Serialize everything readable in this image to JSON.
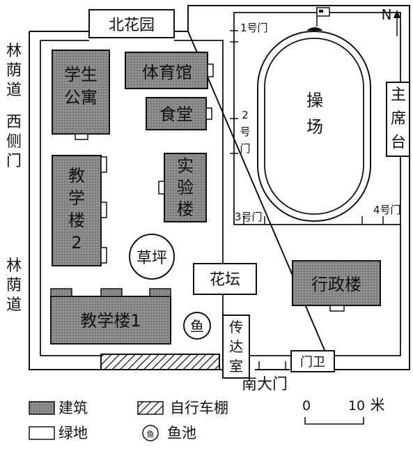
{
  "map": {
    "north_garden": "北花园",
    "west_path_top": [
      "林",
      "荫",
      "道"
    ],
    "west_gate": [
      "西",
      "侧",
      "门"
    ],
    "west_path_bottom": [
      "林",
      "荫",
      "道"
    ],
    "dormitory": [
      "学生",
      "公寓"
    ],
    "gym": "体育馆",
    "canteen": "食堂",
    "lab": [
      "实",
      "验",
      "楼"
    ],
    "teaching2": [
      "教",
      "学",
      "楼",
      "2"
    ],
    "lawn": "草坪",
    "flowerbed": "花坛",
    "admin": "行政楼",
    "teaching1": "教学楼1",
    "fish": "鱼",
    "reception": [
      "传",
      "达",
      "室"
    ],
    "guard": "门卫",
    "south_gate": "南大门",
    "playground": [
      "操",
      "场"
    ],
    "rostrum": [
      "主",
      "席",
      "台"
    ],
    "gate1": "1号门",
    "gate2": [
      "2",
      "号",
      "门"
    ],
    "gate3": "3号门",
    "gate4": "4号门",
    "north": "N"
  },
  "legend": {
    "building": "建筑",
    "bike_shed": "自行车棚",
    "green": "绿地",
    "fish_pond_symbol": "鱼",
    "fish_pond": "鱼池"
  },
  "scale": {
    "zero": "0",
    "ten": "10",
    "unit": "米"
  },
  "colors": {
    "building": "#8a8a8a",
    "line": "#111111",
    "background": "#ffffff"
  }
}
